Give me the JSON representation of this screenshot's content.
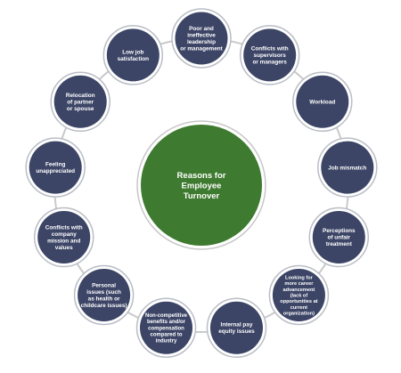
{
  "diagram": {
    "center": {
      "lines": [
        "Reasons for",
        "Employee",
        "Turnover"
      ]
    },
    "nodes": [
      {
        "lines": [
          "Poor and",
          "ineffective",
          "leadership",
          "or management"
        ]
      },
      {
        "lines": [
          "Conflicts with",
          "supervisors",
          "or managers"
        ]
      },
      {
        "lines": [
          "Workload"
        ]
      },
      {
        "lines": [
          "Job mismatch"
        ]
      },
      {
        "lines": [
          "Perceptions",
          "of unfair",
          "treatment"
        ]
      },
      {
        "lines": [
          "Looking for",
          "more career",
          "advancement",
          "(lack of",
          "opportunities at",
          "current",
          "organization)"
        ]
      },
      {
        "lines": [
          "Internal pay",
          "equity issues"
        ]
      },
      {
        "lines": [
          "Non-competitive",
          "benefits and/or",
          "compensation",
          "compared to",
          "industry"
        ]
      },
      {
        "lines": [
          "Personal",
          "issues (such",
          "as health or",
          "childcare issues)"
        ]
      },
      {
        "lines": [
          "Conflicts with",
          "company",
          "mission and",
          "values"
        ]
      },
      {
        "lines": [
          "Feeling",
          "unappreciated"
        ]
      },
      {
        "lines": [
          "Relocation",
          "of partner",
          "or spouse"
        ]
      },
      {
        "lines": [
          "Low job",
          "satisfaction"
        ]
      }
    ],
    "colors": {
      "center_fill": "#3e7a2f",
      "center_stroke": "#c7c7c7",
      "node_fill": "#3c4566",
      "node_stroke": "#b9bdc6",
      "connector": "#c9c9c9",
      "text": "#ffffff"
    }
  }
}
